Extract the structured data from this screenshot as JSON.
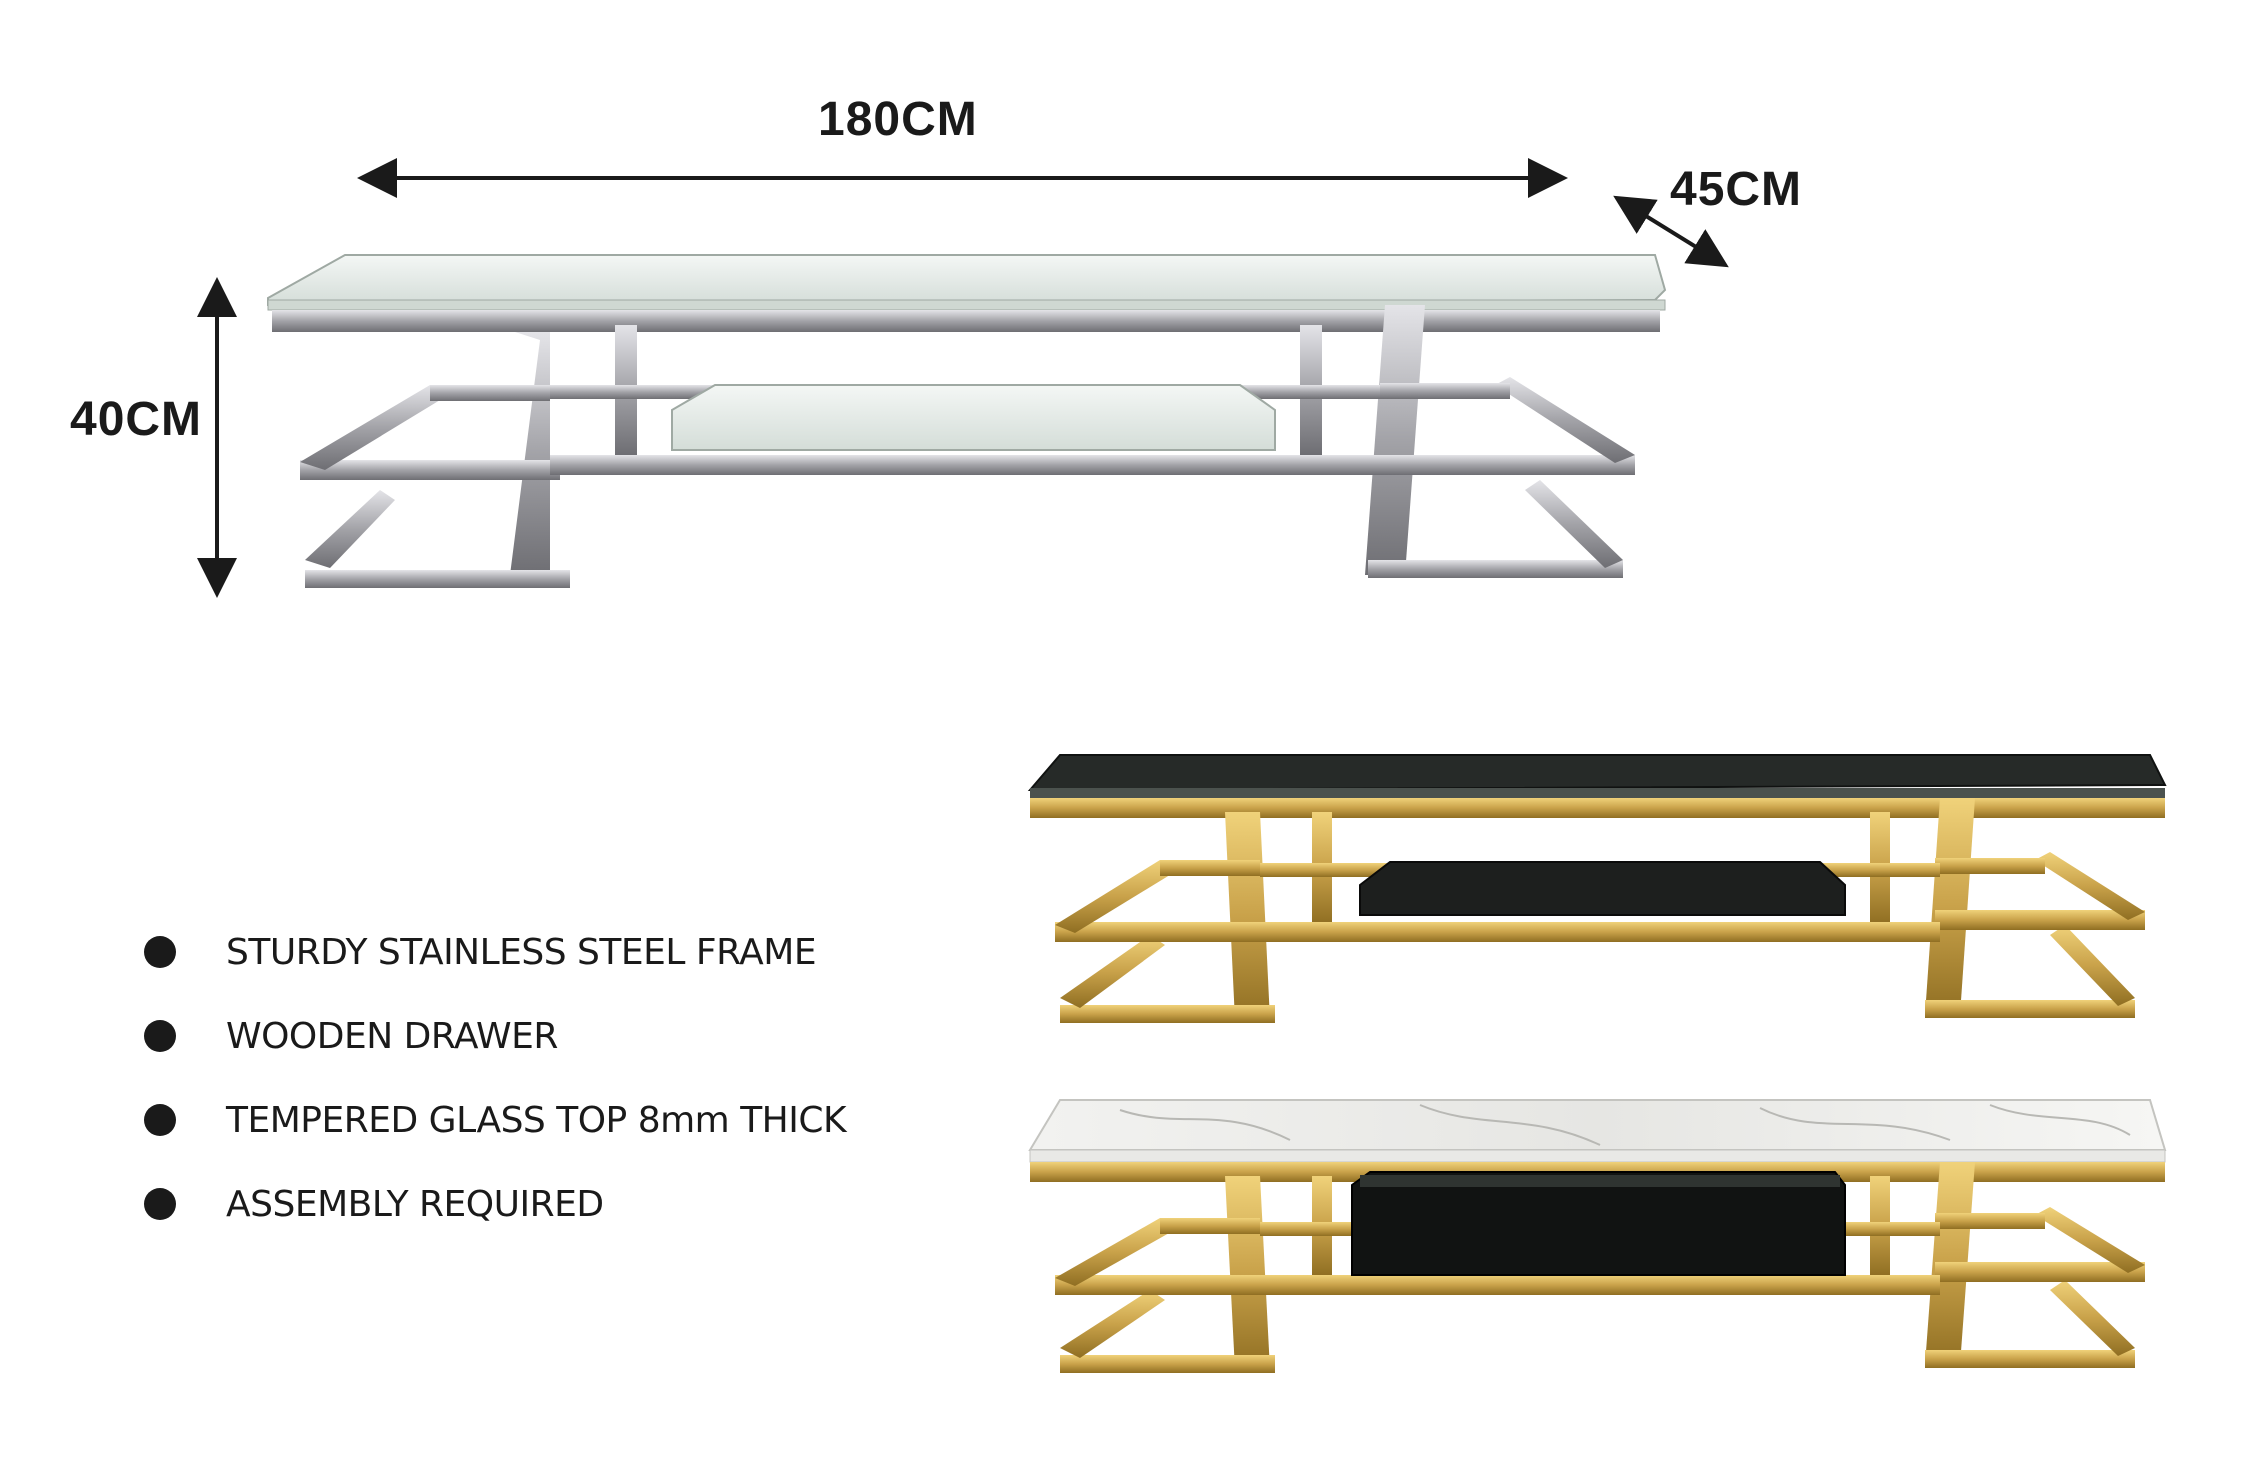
{
  "dimensions": {
    "length": "180CM",
    "depth": "45CM",
    "height": "40CM"
  },
  "features": [
    "STURDY STAINLESS STEEL FRAME",
    "WOODEN DRAWER",
    "TEMPERED GLASS TOP 8mm THICK",
    "ASSEMBLY REQUIRED"
  ],
  "variants": [
    {
      "finish": "chrome",
      "top": "clear-glass",
      "shelf": "clear-glass"
    },
    {
      "finish": "gold",
      "top": "black-glass",
      "shelf": "black-glass"
    },
    {
      "finish": "gold",
      "top": "white-marble",
      "shelf": "black-drawer"
    }
  ],
  "colors": {
    "chrome": "#b9b9bd",
    "chrome_dark": "#7d7d82",
    "gold": "#c9a24a",
    "gold_dark": "#8f6e22",
    "text": "#1a1a1a"
  }
}
